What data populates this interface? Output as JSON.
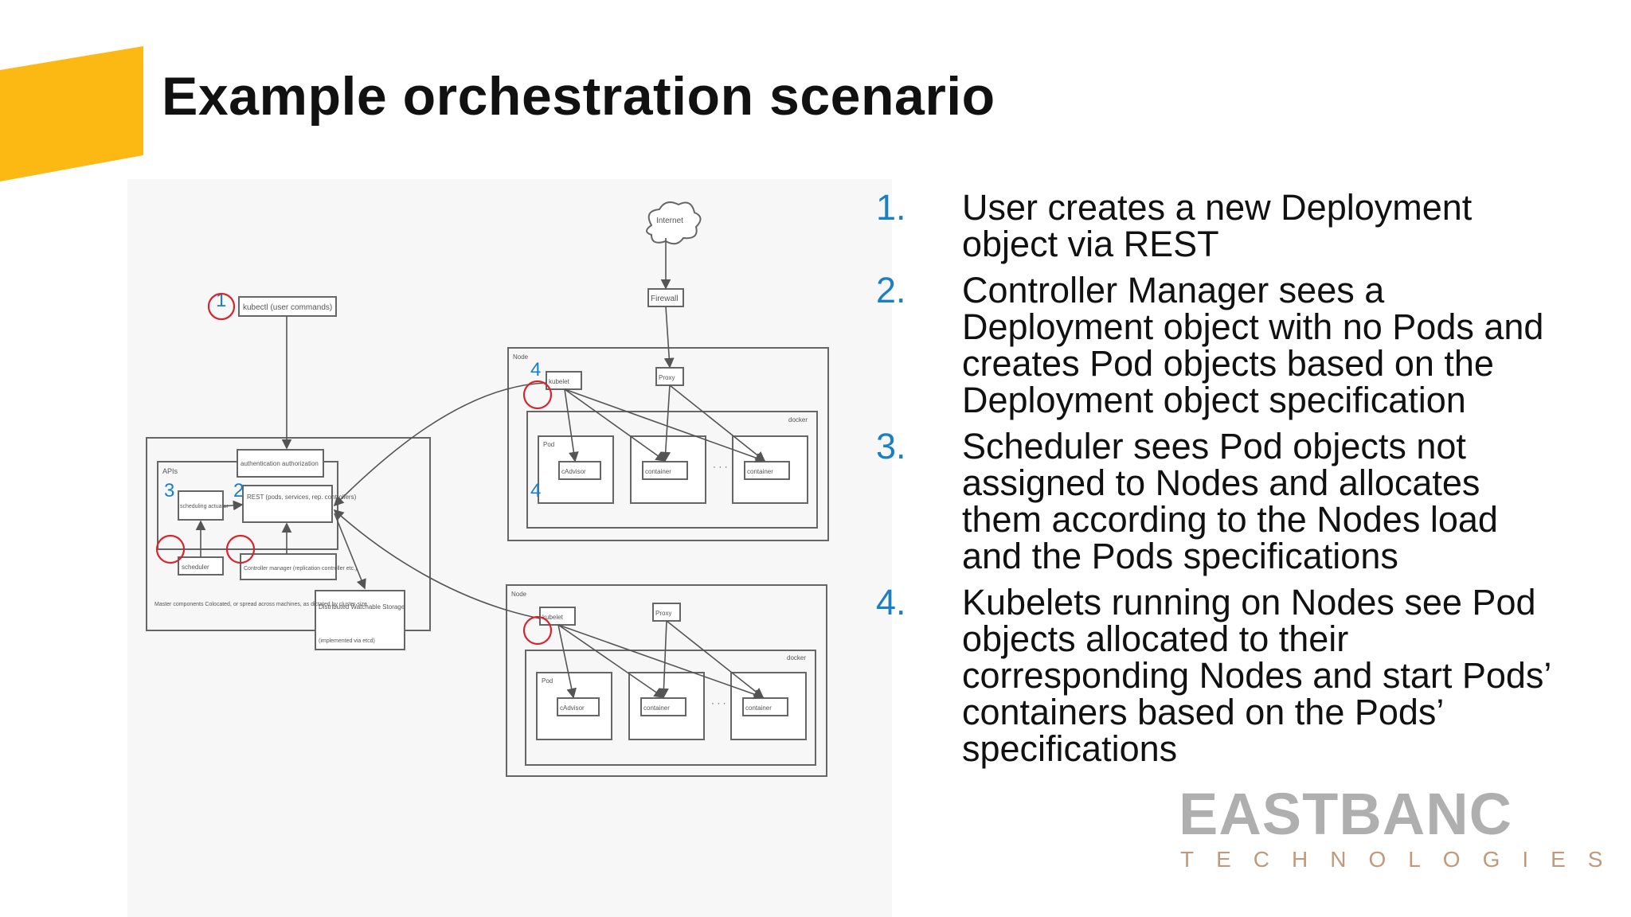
{
  "slide": {
    "title": "Example orchestration scenario",
    "accent_color": "#FDB913",
    "step_number_color": "#1B7FC4",
    "annotation_color": "#D9232D"
  },
  "steps": [
    {
      "number": "1.",
      "text": "User creates a new Deployment object via REST"
    },
    {
      "number": "2.",
      "text": "Controller Manager sees a Deployment object with no Pods and creates Pod objects based on the Deployment object specification"
    },
    {
      "number": "3.",
      "text": "Scheduler sees Pod objects not assigned to Nodes and allocates them according to the Nodes load and the Pods specifications"
    },
    {
      "number": "4.",
      "text": "Kubelets running on Nodes see Pod objects allocated to their corresponding Nodes and start Pods’ containers based on the Pods’ specifications"
    }
  ],
  "diagram": {
    "kubectl": "kubectl (user commands)",
    "internet": "Internet",
    "firewall": "Firewall",
    "auth": "authentication authorization",
    "apis": "APIs",
    "rest": "REST (pods, services, rep. controllers)",
    "scheduling": "scheduling actuator",
    "scheduler": "scheduler",
    "controller_manager": "Controller manager (replication controller etc.)",
    "master_note": "Master components Colocated, or spread across machines, as dictated by cluster size.",
    "storage": "Distributed Watchable Storage",
    "storage_note": "(implemented via etcd)",
    "node": "Node",
    "kubelet": "kubelet",
    "proxy": "Proxy",
    "docker": "docker",
    "pod": "Pod",
    "cadvisor": "cAdvisor",
    "container": "container",
    "ellipsis": "· · ·",
    "markers": [
      "1",
      "2",
      "3",
      "4",
      "4"
    ]
  },
  "logo": {
    "name": "EASTBANC",
    "subtitle": "TECHNOLOGIES"
  }
}
